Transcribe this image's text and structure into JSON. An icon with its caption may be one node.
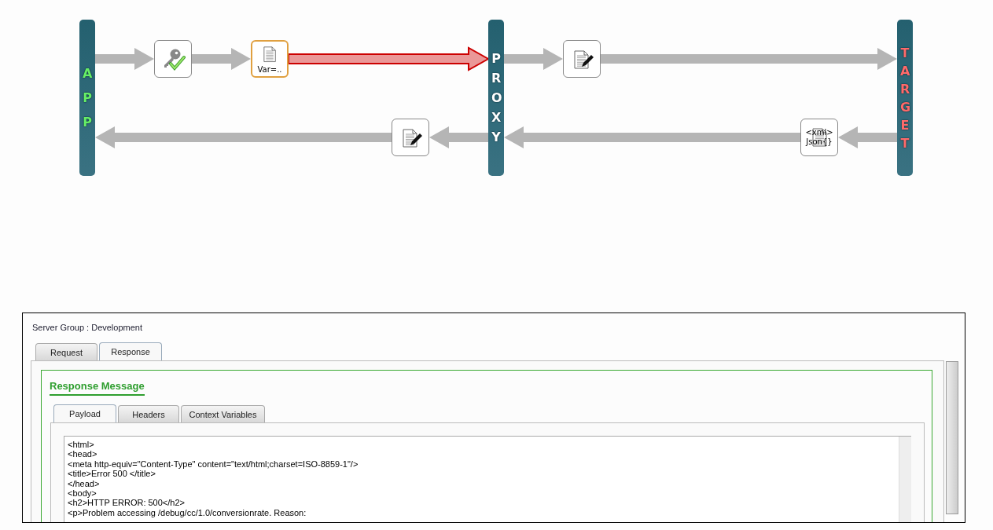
{
  "diagram": {
    "nodes": [
      {
        "text": [
          "APP"
        ]
      },
      {
        "text": [],
        "shape": "picture"
      },
      {
        "text": [
          "Var=.."
        ]
      },
      {
        "text": [
          "PROXY"
        ]
      },
      {
        "text": [],
        "shape": "picture"
      },
      {
        "text": [
          "TARGET"
        ]
      },
      {
        "text": [],
        "shape": "picture"
      },
      {
        "text": [
          "<xml> Json{}"
        ]
      }
    ],
    "edges": [
      {
        "from": 0,
        "to": 1,
        "arrow": "to"
      },
      {
        "from": 1,
        "to": 2,
        "arrow": "to"
      },
      {
        "from": 2,
        "to": 3,
        "arrow": "to",
        "color": "#cc0000"
      },
      {
        "from": 3,
        "to": 4,
        "arrow": "to"
      },
      {
        "from": 4,
        "to": 5,
        "arrow": "to"
      },
      {
        "from": 5,
        "to": 7,
        "arrow": "to"
      },
      {
        "from": 7,
        "to": 3,
        "arrow": "to"
      },
      {
        "from": 3,
        "to": 6,
        "arrow": "to"
      },
      {
        "from": 6,
        "to": 0,
        "arrow": "to"
      }
    ],
    "labels": [
      "Server Group : Development",
      "Request",
      "Response",
      "Response Message",
      "Payload",
      "Headers",
      "Context Variables",
      "<html>",
      "<head>",
      "<meta http-equiv=\"Content-Type\" content=\"text/html;charset=ISO-8859-1\"/>",
      "<title>Error 500 </title>",
      "</head>",
      "<body>",
      "<h2>HTTP ERROR: 500</h2>",
      "<p>Problem accessing /debug/cc/1.0/conversionrate. Reason:"
    ]
  }
}
